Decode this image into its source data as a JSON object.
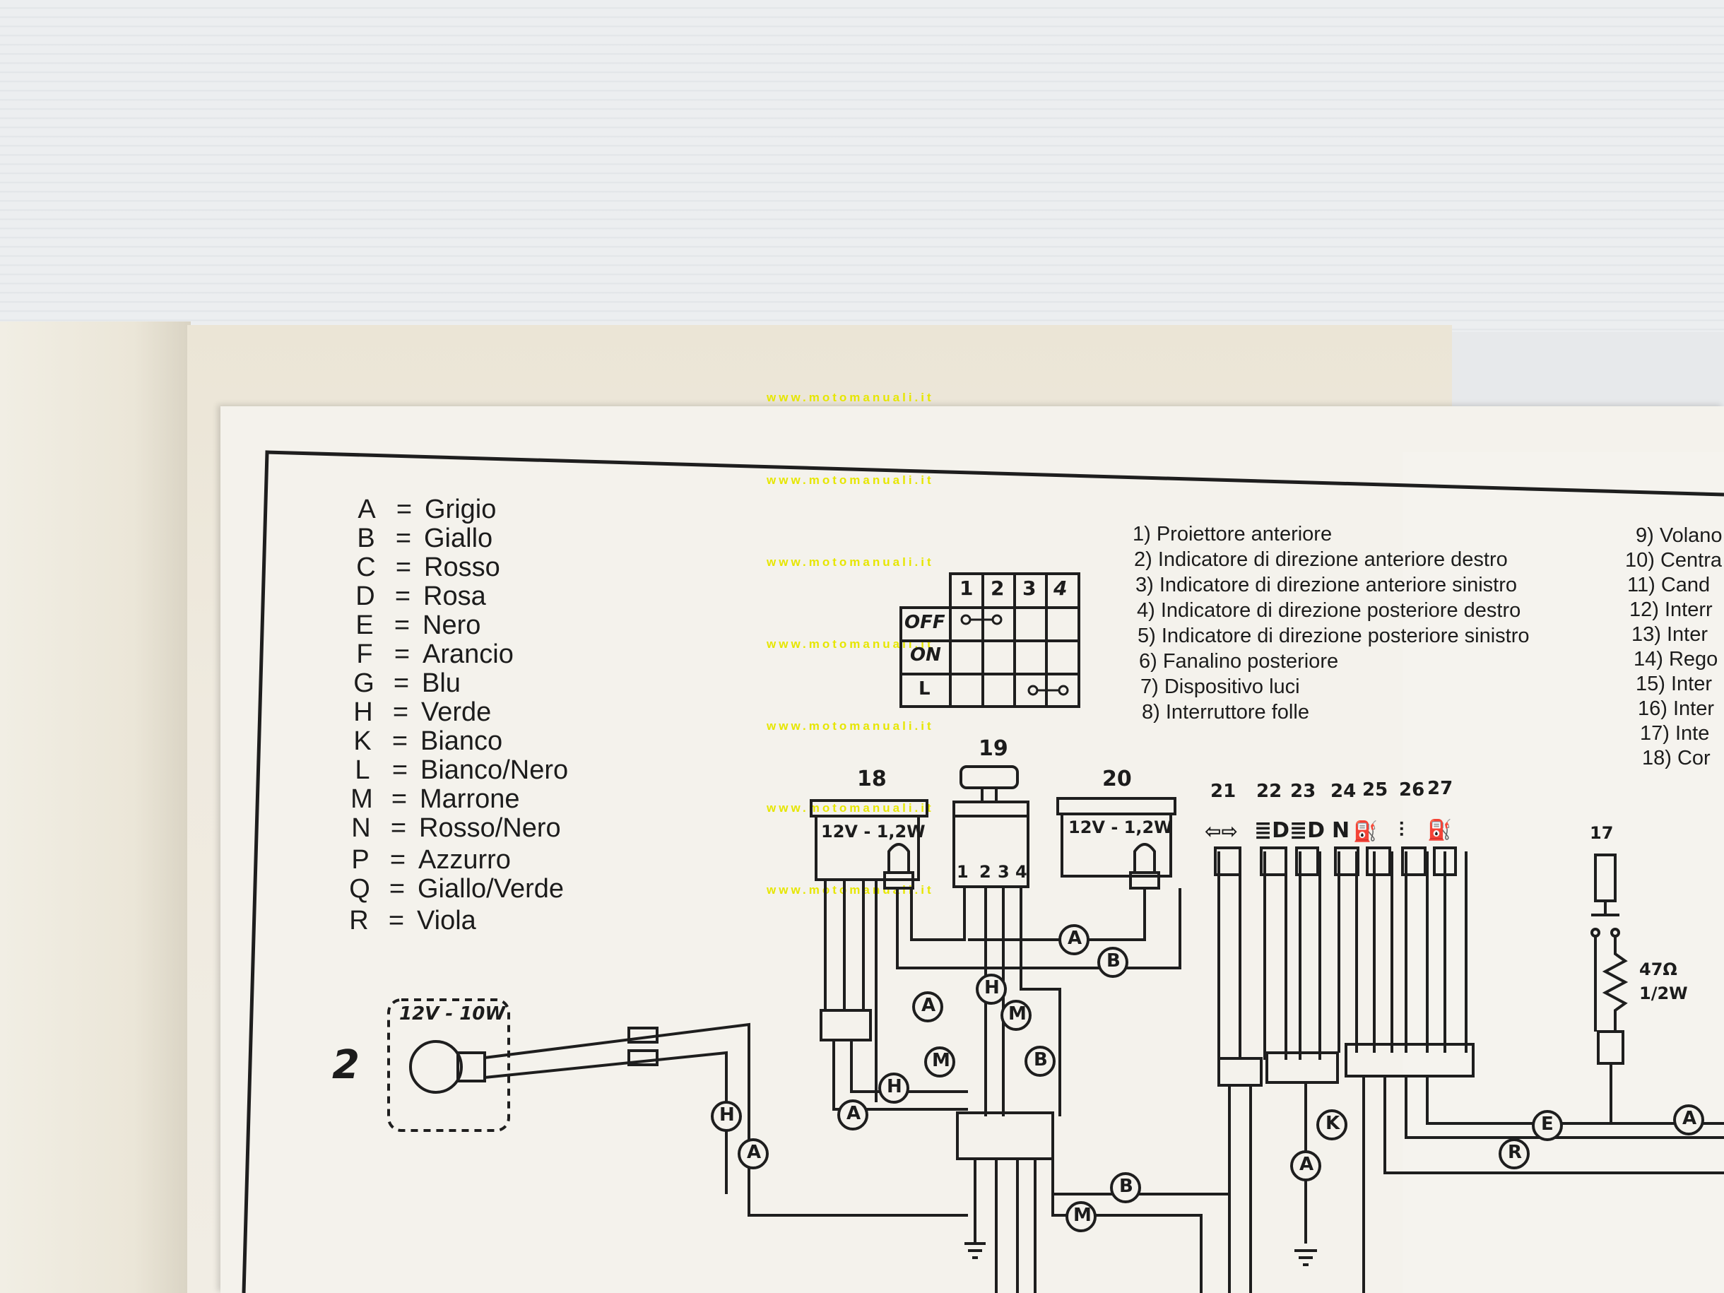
{
  "watermark": "www.motomanuali.it",
  "color_legend": [
    {
      "code": "A",
      "name": "Grigio"
    },
    {
      "code": "B",
      "name": "Giallo"
    },
    {
      "code": "C",
      "name": "Rosso"
    },
    {
      "code": "D",
      "name": "Rosa"
    },
    {
      "code": "E",
      "name": "Nero"
    },
    {
      "code": "F",
      "name": "Arancio"
    },
    {
      "code": "G",
      "name": "Blu"
    },
    {
      "code": "H",
      "name": "Verde"
    },
    {
      "code": "K",
      "name": "Bianco"
    },
    {
      "code": "L",
      "name": "Bianco/Nero"
    },
    {
      "code": "M",
      "name": "Marrone"
    },
    {
      "code": "N",
      "name": "Rosso/Nero"
    },
    {
      "code": "P",
      "name": "Azzurro"
    },
    {
      "code": "Q",
      "name": "Giallo/Verde"
    },
    {
      "code": "R",
      "name": "Viola"
    }
  ],
  "equals_sign": "=",
  "parts_list": [
    "1) Proiettore anteriore",
    "2) Indicatore di direzione anteriore destro",
    "3) Indicatore di direzione anteriore sinistro",
    "4) Indicatore di direzione posteriore destro",
    "5) Indicatore di direzione posteriore sinistro",
    "6) Fanalino posteriore",
    "7) Dispositivo luci",
    "8) Interruttore folle"
  ],
  "parts_list_right": [
    "9) Volano",
    "10) Centra",
    "11) Cand",
    "12) Interr",
    "13) Inter",
    "14) Rego",
    "15) Inter",
    "16) Inter",
    "17) Inte",
    "18) Cor"
  ],
  "switch_table": {
    "columns": [
      "1",
      "2",
      "3",
      "4"
    ],
    "rows": [
      "OFF",
      "ON",
      "L"
    ]
  },
  "component_numbers": {
    "n18": "18",
    "n19": "19",
    "n20": "20",
    "n21": "21",
    "n22": "22",
    "n23": "23",
    "n24": "24",
    "n25": "25",
    "n26": "26",
    "n27": "27",
    "n17": "17",
    "n2": "2"
  },
  "ratings": {
    "lamp18": "12V - 1,2W",
    "lamp20": "12V - 1,2W",
    "lamp2": "12V - 10W",
    "resistor": "47Ω",
    "resistor_power": "1/2W"
  },
  "switch19_terminals": [
    "1",
    "2",
    "3",
    "4"
  ],
  "indicator_letter_n": "N",
  "wire_labels": {
    "w1": "A",
    "w2": "B",
    "w3": "H",
    "w4": "M",
    "w5": "A",
    "w6": "M",
    "w7": "B",
    "w8": "H",
    "w9": "A",
    "w10": "H",
    "w11": "A",
    "w12": "B",
    "w13": "M",
    "w14": "A",
    "w15": "K",
    "w16": "E",
    "w17": "R",
    "w18": "A"
  }
}
